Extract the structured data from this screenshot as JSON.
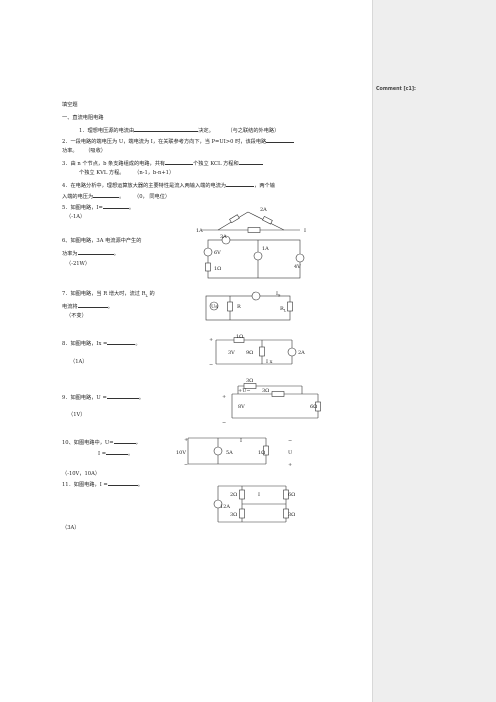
{
  "sidebar": {
    "comment_title": "Comment [c1]:"
  },
  "heading": "填空题",
  "section1": "一、直流电阻电路",
  "q1": {
    "text": "1．理想电压源的电流由",
    "tail": "决定。",
    "answer": "（与之联结的外电路）"
  },
  "q2": {
    "line1": "2．一段电路的端电压为 U，端电流为 I，在关联参考方向下，当 P=UI>0 时，该段电路",
    "line2": "功率。",
    "answer": "（吸收）"
  },
  "q3": {
    "line1": "3．由 n 个节点，b 条支路组成的电路，共有",
    "line1b": "个独立 KCL 方程和",
    "line2": "个独立 KVL 方程。",
    "answer": "（n-1，b-n+1）"
  },
  "q4": {
    "line1": "4．在电路分析中，理想运算放大器的主要特性是流入两输入端的电流为",
    "line1b": "，两个输",
    "line2": "入端的电压为",
    "line2b": "。",
    "answer": "（0，  同电位）"
  },
  "q5": {
    "text": "5．如图电路，I=",
    "tail": "。",
    "answer": "（-1A）"
  },
  "q6": {
    "line1": "6、如图电路，3A 电流源中产生的",
    "line2": "功率为",
    "tail": "。",
    "answer": "（-21W）"
  },
  "q7": {
    "line1": "7．如图电路，当 R 增大时，流过 R",
    "sub": "L",
    "line1b": " 的",
    "line2": "电流将",
    "tail": "。",
    "answer": "（不变）"
  },
  "q8": {
    "text": "8．如图电路，Ix =",
    "tail": "。",
    "answer": "（1A）"
  },
  "q9": {
    "text": "9．如图电路，U =",
    "tail": "。",
    "answer": "（1V）"
  },
  "q10": {
    "line1": "10、如图电路中，U=",
    "tail1": "，",
    "line2": "I =",
    "tail2": "。",
    "answer": "（-10V，10A）"
  },
  "q11": {
    "text": "11．如图电路，I =",
    "tail": "。",
    "answer": "（3A）"
  },
  "fig5": {
    "top": "2A",
    "left": "1A",
    "right": "I"
  },
  "fig6": {
    "src": "3A",
    "v1": "6V",
    "c1": "1A",
    "v2": "4V",
    "r": "1Ω"
  },
  "fig7": {
    "is": "I",
    "is_sub": "S",
    "us": "Us",
    "r": "R",
    "rl": "R",
    "rl_sub": "L"
  },
  "fig8": {
    "r1": "1Ω",
    "v": "3V",
    "r2": "9Ω",
    "ix": "I x",
    "i": "2A"
  },
  "fig9": {
    "r_top": "3Ω",
    "u": "U",
    "r_mid": "3Ω",
    "v": "8V",
    "r_right": "6Ω"
  },
  "fig10": {
    "v": "10V",
    "i_label": "I",
    "c": "5A",
    "r": "1Ω",
    "u": "U"
  },
  "fig11": {
    "r1": "2Ω",
    "i": "I",
    "r2": "6Ω",
    "src": "12A",
    "r3": "3Ω",
    "r4": "3Ω"
  }
}
